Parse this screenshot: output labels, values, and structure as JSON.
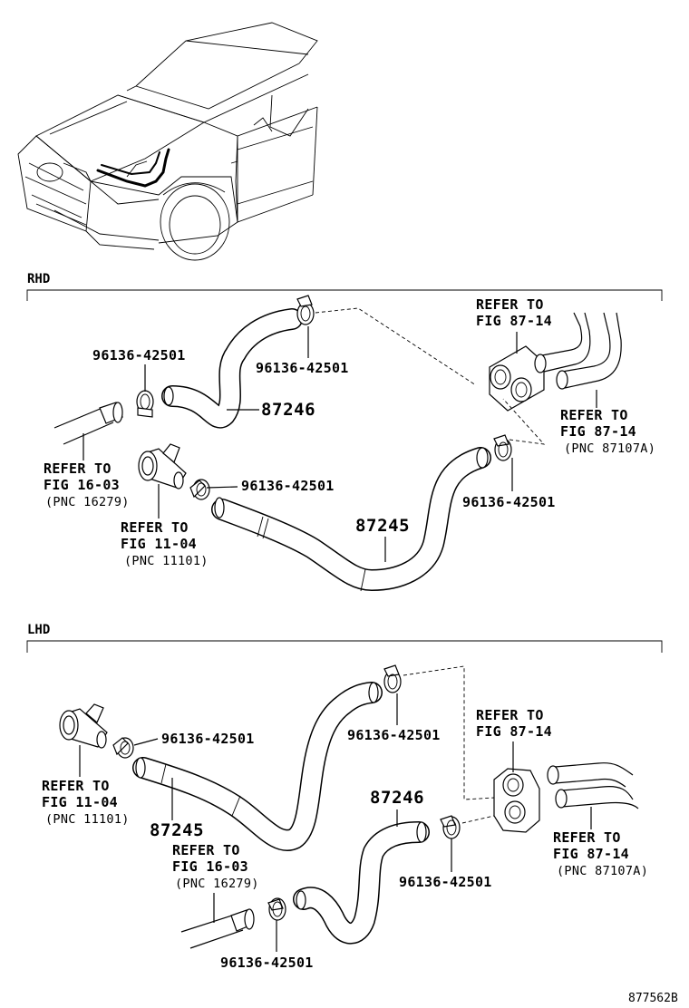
{
  "sections": {
    "rhd": "RHD",
    "lhd": "LHD"
  },
  "rhd": {
    "clamp_left": "96136-42501",
    "clamp_top": "96136-42501",
    "clamp_mid": "96136-42501",
    "clamp_right": "96136-42501",
    "hose_upper": "87246",
    "hose_lower": "87245",
    "ref_valve": {
      "line1": "REFER TO",
      "line2": "FIG 87-14"
    },
    "ref_pipes": {
      "line1": "REFER TO",
      "line2": "FIG 87-14",
      "line3": "(PNC 87107A)"
    },
    "ref_pipe": {
      "line1": "REFER TO",
      "line2": "FIG 16-03",
      "line3": "(PNC 16279)"
    },
    "ref_outlet": {
      "line1": "REFER TO",
      "line2": "FIG 11-04",
      "line3": "(PNC 11101)"
    }
  },
  "lhd": {
    "clamp_outlet": "96136-42501",
    "clamp_top": "96136-42501",
    "clamp_right": "96136-42501",
    "clamp_bottom": "96136-42501",
    "hose_upper": "87246",
    "hose_lower": "87245",
    "ref_outlet": {
      "line1": "REFER TO",
      "line2": "FIG 11-04",
      "line3": "(PNC 11101)"
    },
    "ref_pipe": {
      "line1": "REFER TO",
      "line2": "FIG 16-03",
      "line3": "(PNC 16279)"
    },
    "ref_valve": {
      "line1": "REFER TO",
      "line2": "FIG 87-14"
    },
    "ref_pipes": {
      "line1": "REFER TO",
      "line2": "FIG 87-14",
      "line3": "(PNC 87107A)"
    }
  },
  "figure_code": "877562B"
}
